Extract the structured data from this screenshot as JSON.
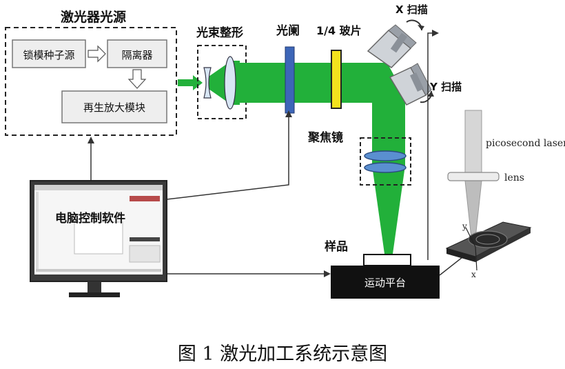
{
  "laser_source": {
    "title": "激光器光源",
    "seed": "锁模种子源",
    "isolator": "隔离器",
    "amplifier": "再生放大模块"
  },
  "optics": {
    "beam_shaping": "光束整形",
    "aperture": "光阑",
    "quarter_wave": "1/4 玻片",
    "focus_lens": "聚焦镜"
  },
  "scanner": {
    "x_scan": "X 扫描",
    "y_scan": "Y 扫描"
  },
  "computer": {
    "label": "电脑控制软件"
  },
  "stage": {
    "sample": "样品",
    "platform": "运动平台"
  },
  "inset": {
    "laser": "picosecond laser",
    "lens": "lens",
    "axis_y": "y",
    "axis_x": "x"
  },
  "caption": "图 1 激光加工系统示意图",
  "colors": {
    "beam": "#22b03a",
    "aperture": "#3d66b8",
    "waveplate": "#f3e21e",
    "lens": "#5a8fd0",
    "stage": "#111111",
    "box_fill": "#eeeeee"
  }
}
